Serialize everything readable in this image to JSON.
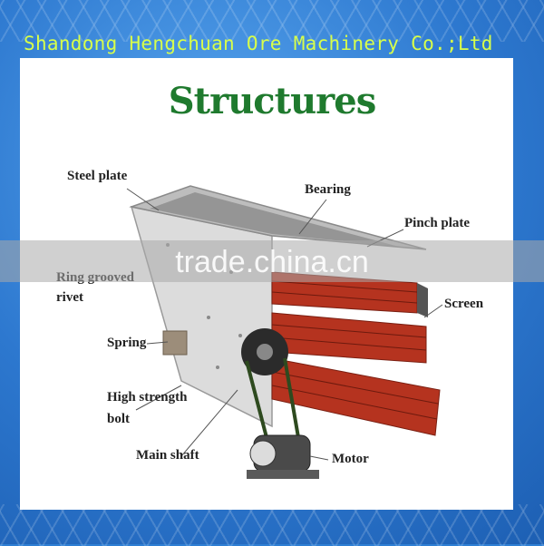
{
  "banner": {
    "company": "Shandong Hengchuan Ore Machinery Co.;Ltd"
  },
  "diagram": {
    "title": "Structures",
    "labels": {
      "steel_plate": "Steel plate",
      "bearing": "Bearing",
      "pinch_plate": "Pinch plate",
      "ring_grooved_rivet_1": "Ring grooved",
      "ring_grooved_rivet_2": "rivet",
      "screen": "Screen",
      "spring": "Spring",
      "bolt_1": "High strength",
      "bolt_2": "bolt",
      "main_shaft": "Main shaft",
      "motor": "Motor"
    }
  },
  "watermark": {
    "text": "trade.china.cn"
  },
  "colors": {
    "title_green": "#1f7a2e",
    "screen_red": "#b5331f",
    "banner_text": "#d8ff4a",
    "frame_blue": "#2d78cf"
  }
}
